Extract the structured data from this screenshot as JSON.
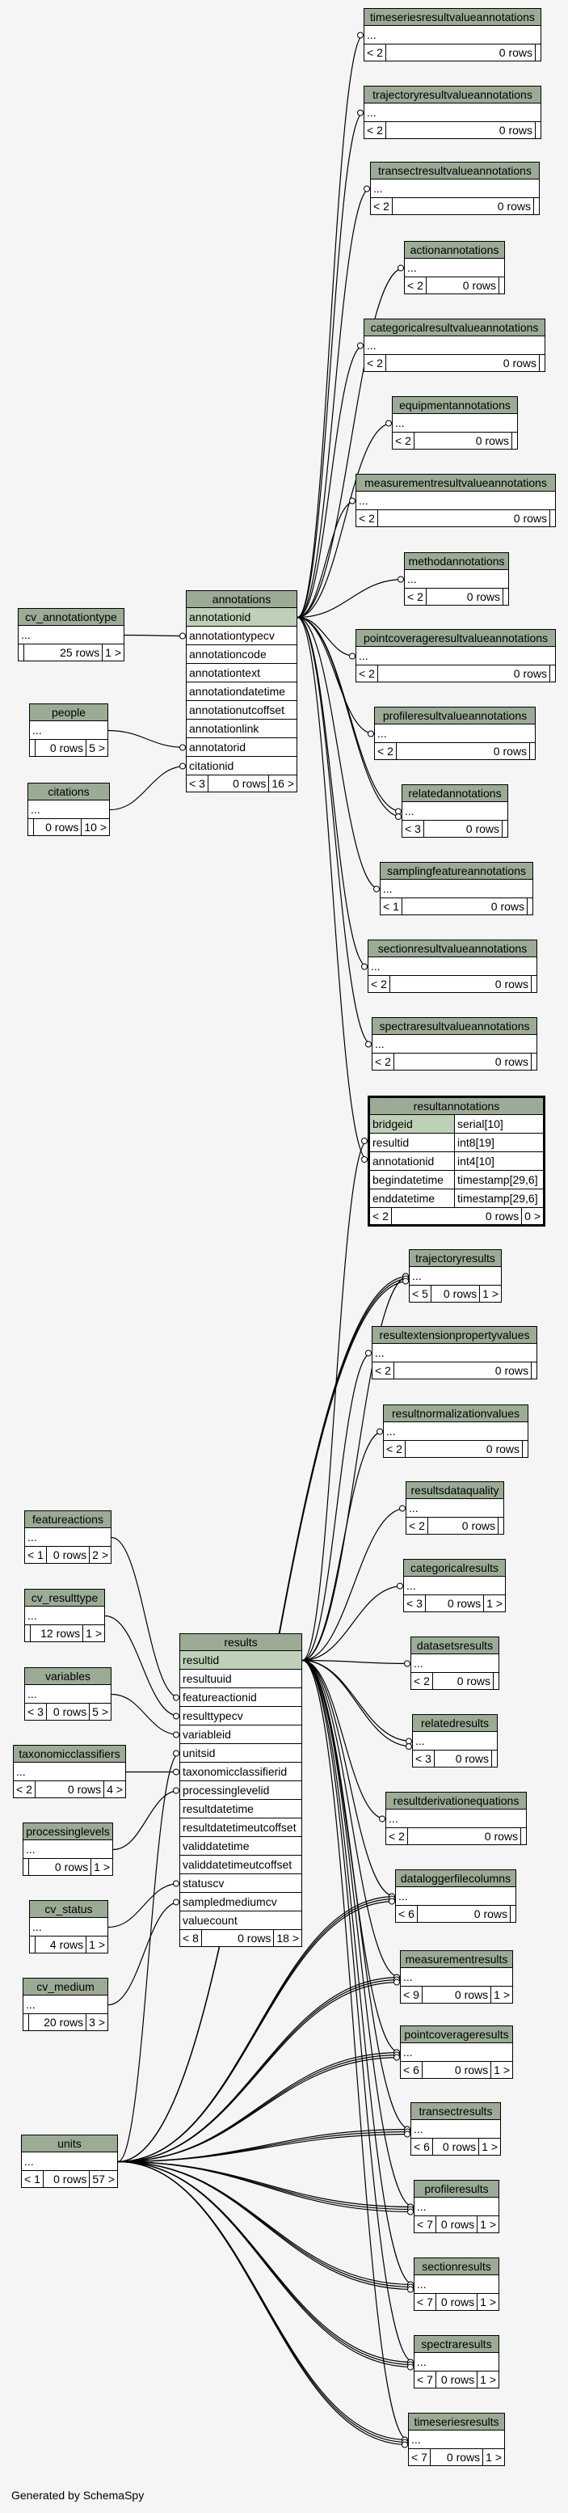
{
  "footer": "Generated by SchemaSpy",
  "tables": [
    {
      "id": "timeseriesresultvalueannotations",
      "name": "timeseriesresultvalueannotations",
      "rows": [
        "..."
      ],
      "foot": [
        "< 2",
        "0 rows",
        ""
      ]
    },
    {
      "id": "trajectoryresultvalueannotations",
      "name": "trajectoryresultvalueannotations",
      "rows": [
        "..."
      ],
      "foot": [
        "< 2",
        "0 rows",
        ""
      ]
    },
    {
      "id": "transectresultvalueannotations",
      "name": "transectresultvalueannotations",
      "rows": [
        "..."
      ],
      "foot": [
        "< 2",
        "0 rows",
        ""
      ]
    },
    {
      "id": "actionannotations",
      "name": "actionannotations",
      "rows": [
        "..."
      ],
      "foot": [
        "< 2",
        "0 rows",
        ""
      ]
    },
    {
      "id": "categoricalresultvalueannotations",
      "name": "categoricalresultvalueannotations",
      "rows": [
        "..."
      ],
      "foot": [
        "< 2",
        "0 rows",
        ""
      ]
    },
    {
      "id": "equipmentannotations",
      "name": "equipmentannotations",
      "rows": [
        "..."
      ],
      "foot": [
        "< 2",
        "0 rows",
        ""
      ]
    },
    {
      "id": "measurementresultvalueannotations",
      "name": "measurementresultvalueannotations",
      "rows": [
        "..."
      ],
      "foot": [
        "< 2",
        "0 rows",
        ""
      ]
    },
    {
      "id": "methodannotations",
      "name": "methodannotations",
      "rows": [
        "..."
      ],
      "foot": [
        "< 2",
        "0 rows",
        ""
      ]
    },
    {
      "id": "pointcoverageresultvalueannotations",
      "name": "pointcoverageresultvalueannotations",
      "rows": [
        "..."
      ],
      "foot": [
        "< 2",
        "0 rows",
        ""
      ]
    },
    {
      "id": "profileresultvalueannotations",
      "name": "profileresultvalueannotations",
      "rows": [
        "..."
      ],
      "foot": [
        "< 2",
        "0 rows",
        ""
      ]
    },
    {
      "id": "relatedannotations",
      "name": "relatedannotations",
      "rows": [
        "..."
      ],
      "foot": [
        "< 3",
        "0 rows",
        ""
      ]
    },
    {
      "id": "samplingfeatureannotations",
      "name": "samplingfeatureannotations",
      "rows": [
        "..."
      ],
      "foot": [
        "< 1",
        "0 rows",
        ""
      ]
    },
    {
      "id": "sectionresultvalueannotations",
      "name": "sectionresultvalueannotations",
      "rows": [
        "..."
      ],
      "foot": [
        "< 2",
        "0 rows",
        ""
      ]
    },
    {
      "id": "spectraresultvalueannotations",
      "name": "spectraresultvalueannotations",
      "rows": [
        "..."
      ],
      "foot": [
        "< 2",
        "0 rows",
        ""
      ]
    },
    {
      "id": "cv_annotationtype",
      "name": "cv_annotationtype",
      "rows": [
        "..."
      ],
      "foot": [
        "",
        "25 rows",
        "1 >"
      ]
    },
    {
      "id": "people",
      "name": "people",
      "rows": [
        "..."
      ],
      "foot": [
        "",
        "0 rows",
        "5 >"
      ]
    },
    {
      "id": "citations",
      "name": "citations",
      "rows": [
        "..."
      ],
      "foot": [
        "",
        "0 rows",
        "10 >"
      ]
    },
    {
      "id": "annotations",
      "name": "annotations",
      "pk": "annotationid",
      "rows": [
        "annotationtypecv",
        "annotationcode",
        "annotationtext",
        "annotationdatetime",
        "annotationutcoffset",
        "annotationlink",
        "annotatorid",
        "citationid"
      ],
      "foot": [
        "< 3",
        "0 rows",
        "16 >"
      ]
    },
    {
      "id": "trajectoryresults",
      "name": "trajectoryresults",
      "rows": [
        "..."
      ],
      "foot": [
        "< 5",
        "0 rows",
        "1 >"
      ]
    },
    {
      "id": "resultextensionpropertyvalues",
      "name": "resultextensionpropertyvalues",
      "rows": [
        "..."
      ],
      "foot": [
        "< 2",
        "0 rows",
        ""
      ]
    },
    {
      "id": "resultnormalizationvalues",
      "name": "resultnormalizationvalues",
      "rows": [
        "..."
      ],
      "foot": [
        "< 2",
        "0 rows",
        ""
      ]
    },
    {
      "id": "resultsdataquality",
      "name": "resultsdataquality",
      "rows": [
        "..."
      ],
      "foot": [
        "< 2",
        "0 rows",
        ""
      ]
    },
    {
      "id": "categoricalresults",
      "name": "categoricalresults",
      "rows": [
        "..."
      ],
      "foot": [
        "< 3",
        "0 rows",
        "1 >"
      ]
    },
    {
      "id": "datasetsresults",
      "name": "datasetsresults",
      "rows": [
        "..."
      ],
      "foot": [
        "< 2",
        "0 rows",
        ""
      ]
    },
    {
      "id": "relatedresults",
      "name": "relatedresults",
      "rows": [
        "..."
      ],
      "foot": [
        "< 3",
        "0 rows",
        ""
      ]
    },
    {
      "id": "resultderivationequations",
      "name": "resultderivationequations",
      "rows": [
        "..."
      ],
      "foot": [
        "< 2",
        "0 rows",
        ""
      ]
    },
    {
      "id": "dataloggerfilecolumns",
      "name": "dataloggerfilecolumns",
      "rows": [
        "..."
      ],
      "foot": [
        "< 6",
        "0 rows",
        ""
      ]
    },
    {
      "id": "measurementresults",
      "name": "measurementresults",
      "rows": [
        "..."
      ],
      "foot": [
        "< 9",
        "0 rows",
        "1 >"
      ]
    },
    {
      "id": "pointcoverageresults",
      "name": "pointcoverageresults",
      "rows": [
        "..."
      ],
      "foot": [
        "< 6",
        "0 rows",
        "1 >"
      ]
    },
    {
      "id": "transectresults",
      "name": "transectresults",
      "rows": [
        "..."
      ],
      "foot": [
        "< 6",
        "0 rows",
        "1 >"
      ]
    },
    {
      "id": "profileresults",
      "name": "profileresults",
      "rows": [
        "..."
      ],
      "foot": [
        "< 7",
        "0 rows",
        "1 >"
      ]
    },
    {
      "id": "sectionresults",
      "name": "sectionresults",
      "rows": [
        "..."
      ],
      "foot": [
        "< 7",
        "0 rows",
        "1 >"
      ]
    },
    {
      "id": "spectraresults",
      "name": "spectraresults",
      "rows": [
        "..."
      ],
      "foot": [
        "< 7",
        "0 rows",
        "1 >"
      ]
    },
    {
      "id": "timeseriesresults",
      "name": "timeseriesresults",
      "rows": [
        "..."
      ],
      "foot": [
        "< 7",
        "0 rows",
        "1 >"
      ]
    },
    {
      "id": "featureactions",
      "name": "featureactions",
      "rows": [
        "..."
      ],
      "foot": [
        "< 1",
        "0 rows",
        "2 >"
      ]
    },
    {
      "id": "cv_resulttype",
      "name": "cv_resulttype",
      "rows": [
        "..."
      ],
      "foot": [
        "",
        "12 rows",
        "1 >"
      ]
    },
    {
      "id": "variables",
      "name": "variables",
      "rows": [
        "..."
      ],
      "foot": [
        "< 3",
        "0 rows",
        "5 >"
      ]
    },
    {
      "id": "taxonomicclassifiers",
      "name": "taxonomicclassifiers",
      "rows": [
        "..."
      ],
      "foot": [
        "< 2",
        "0 rows",
        "4 >"
      ]
    },
    {
      "id": "processinglevels",
      "name": "processinglevels",
      "rows": [
        "..."
      ],
      "foot": [
        "",
        "0 rows",
        "1 >"
      ]
    },
    {
      "id": "cv_status",
      "name": "cv_status",
      "rows": [
        "..."
      ],
      "foot": [
        "",
        "4 rows",
        "1 >"
      ]
    },
    {
      "id": "cv_medium",
      "name": "cv_medium",
      "rows": [
        "..."
      ],
      "foot": [
        "",
        "20 rows",
        "3 >"
      ]
    },
    {
      "id": "units",
      "name": "units",
      "rows": [
        "..."
      ],
      "foot": [
        "< 1",
        "0 rows",
        "57 >"
      ]
    },
    {
      "id": "results",
      "name": "results",
      "pk": "resultid",
      "rows": [
        "resultuuid",
        "featureactionid",
        "resulttypecv",
        "variableid",
        "unitsid",
        "taxonomicclassifierid",
        "processinglevelid",
        "resultdatetime",
        "resultdatetimeutcoffset",
        "validdatetime",
        "validdatetimeutcoffset",
        "statuscv",
        "sampledmediumcv",
        "valuecount"
      ],
      "foot": [
        "< 8",
        "0 rows",
        "18 >"
      ]
    }
  ],
  "focus": {
    "name": "resultannotations",
    "columns": [
      {
        "name": "bridgeid",
        "type": "serial[10]",
        "pk": true
      },
      {
        "name": "resultid",
        "type": "int8[19]"
      },
      {
        "name": "annotationid",
        "type": "int4[10]"
      },
      {
        "name": "begindatetime",
        "type": "timestamp[29,6]"
      },
      {
        "name": "enddatetime",
        "type": "timestamp[29,6]"
      }
    ],
    "foot": [
      "< 2",
      "0 rows",
      "0 >"
    ]
  }
}
